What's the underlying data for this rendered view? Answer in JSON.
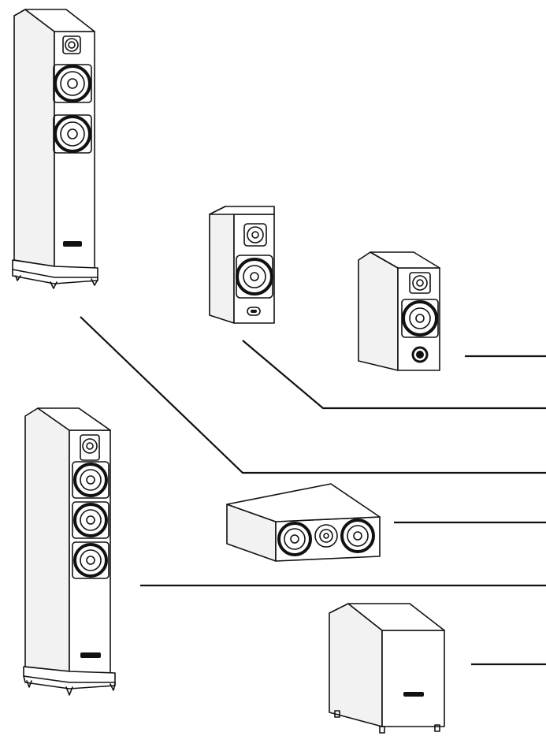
{
  "figure": {
    "description_visible_text": "",
    "components": [
      {
        "key": "floorstander_small",
        "label": ""
      },
      {
        "key": "surround_speaker",
        "label": ""
      },
      {
        "key": "bookshelf_speaker",
        "label": ""
      },
      {
        "key": "center_channel",
        "label": ""
      },
      {
        "key": "floorstander_large",
        "label": ""
      },
      {
        "key": "subwoofer",
        "label": ""
      }
    ],
    "brand_badge_text": "",
    "colors": {
      "line": "#111111",
      "background": "#ffffff",
      "panel_side": "#f2f2f2"
    }
  }
}
